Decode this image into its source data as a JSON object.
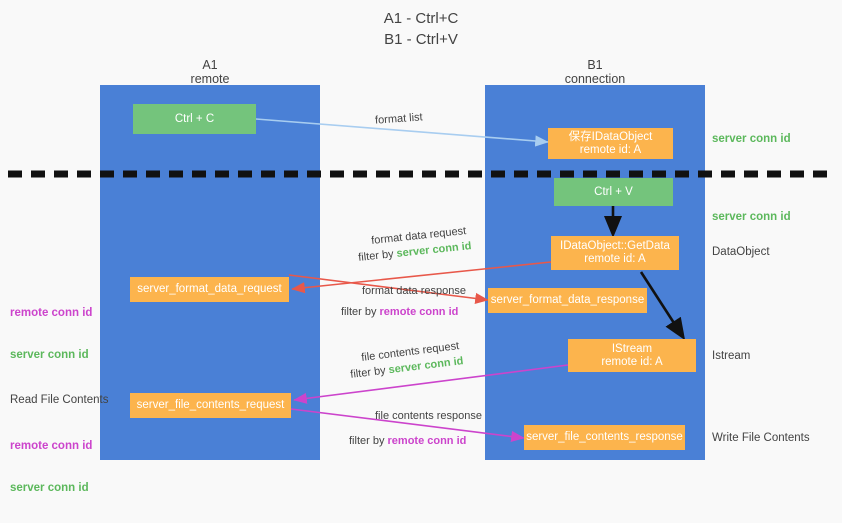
{
  "title": "A1 - Ctrl+C\nB1 - Ctrl+V",
  "lanes": [
    {
      "name": "lane-a1",
      "title": "A1\nremote"
    },
    {
      "name": "lane-b1",
      "title": "B1\nconnection"
    }
  ],
  "boxes": {
    "ctrl_c": "Ctrl + C",
    "ctrl_v": "Ctrl + V",
    "save_dataobject": "保存IDataObject\nremote id: A",
    "getdata": "IDataObject::GetData\nremote id: A",
    "istream": "IStream\nremote id: A",
    "server_format_data_request": "server_format_data_request",
    "server_format_data_response": "server_format_data_response",
    "server_file_contents_request": "server_file_contents_request",
    "server_file_contents_response": "server_file_contents_response"
  },
  "side_labels": {
    "server_conn_id_top": "server conn id",
    "server_conn_id_mid": "server conn id",
    "dataobject": "DataObject",
    "istream": "Istream",
    "write_file_contents": "Write File Contents",
    "read_file_contents": "Read File Contents"
  },
  "conn_stacks": {
    "upper": {
      "remote": "remote conn id",
      "server": "server conn id"
    },
    "lower": {
      "remote": "remote conn id",
      "server": "server conn id"
    }
  },
  "annotations": {
    "format_list": "format list",
    "format_data_request": "format data request",
    "format_data_request_filter_prefix": "filter by ",
    "format_data_request_filter_value": "server conn id",
    "format_data_response": "format data response",
    "format_data_response_filter_prefix": "filter by ",
    "format_data_response_filter_value": "remote conn id",
    "file_contents_request": "file contents request",
    "file_contents_request_filter_prefix": "filter by ",
    "file_contents_request_filter_value": "server conn id",
    "file_contents_response": "file contents response",
    "file_contents_response_filter_prefix": "filter by ",
    "file_contents_response_filter_value": "remote conn id"
  },
  "colors": {
    "lane": "#4a80d6",
    "green_box": "#74c47c",
    "orange_box": "#fcb44d",
    "green_text": "#5cb85c",
    "magenta_text": "#cc44cc",
    "red_arrow": "#e8584a",
    "blue_arrow": "#a8cdf0",
    "magenta_arrow": "#cc44cc",
    "black": "#000000",
    "background": "#f9f9f9"
  }
}
